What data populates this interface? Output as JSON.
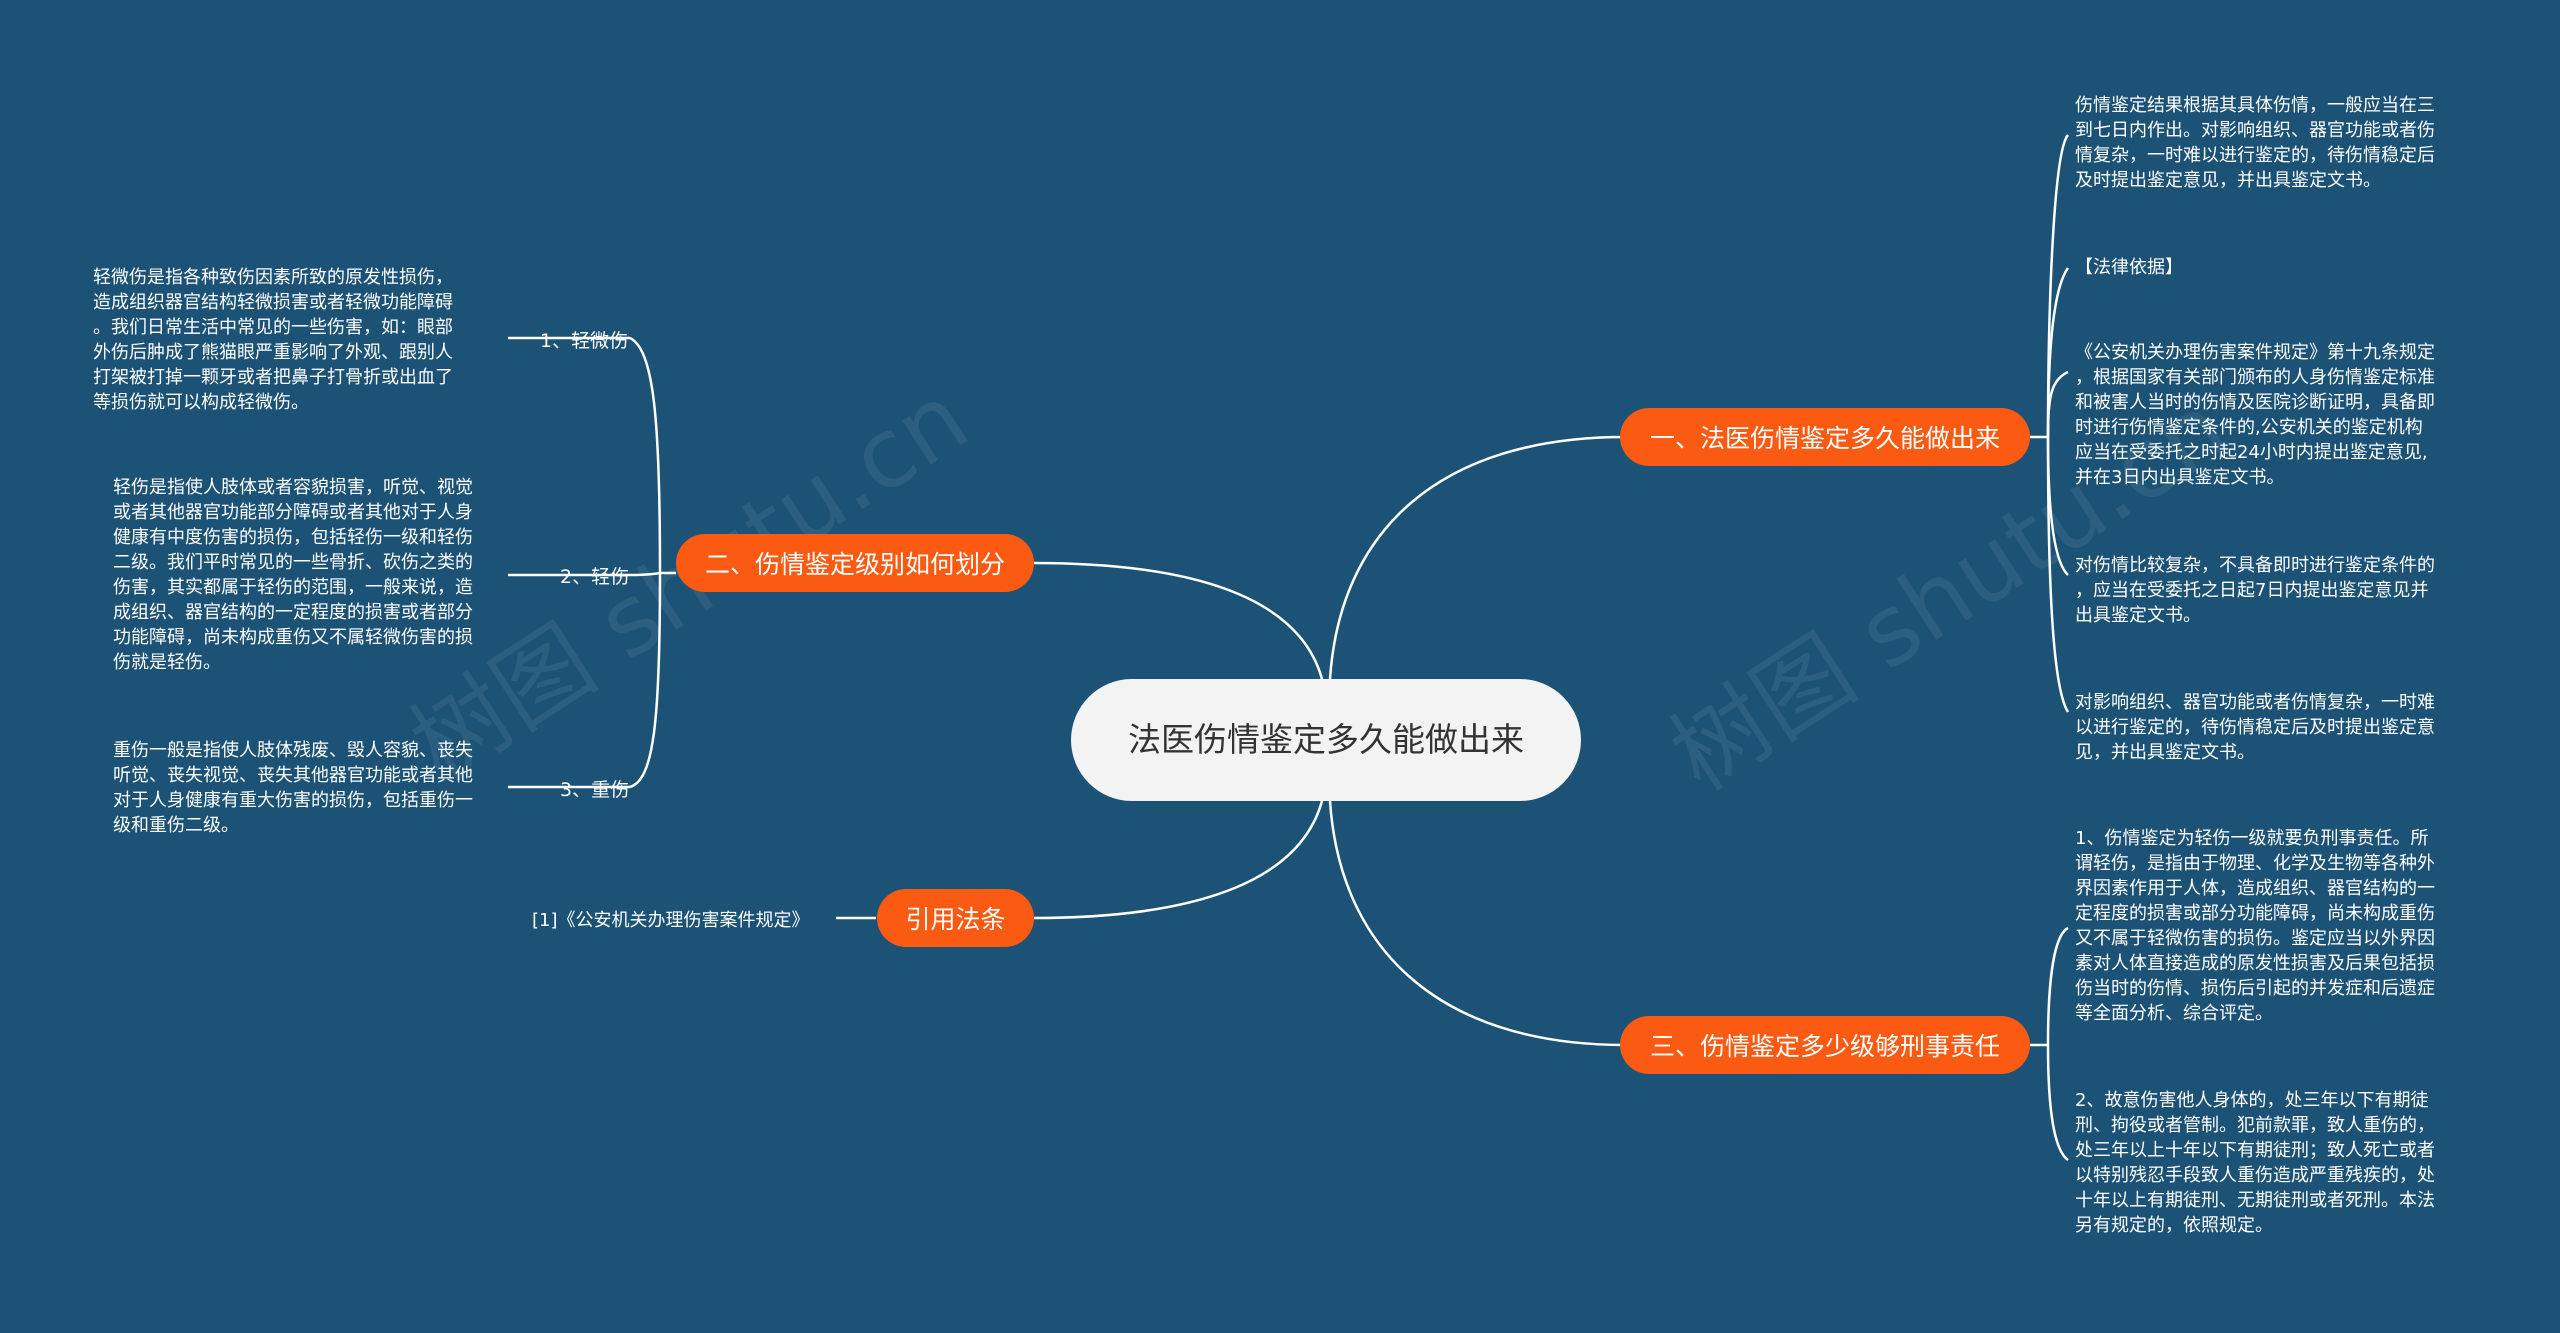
{
  "root": {
    "title": "法医伤情鉴定多久能做出来"
  },
  "branches": {
    "b1": {
      "label": "一、法医伤情鉴定多久能做出来",
      "leaves": [
        "伤情鉴定结果根据其具体伤情，一般应当在三\n到七日内作出。对影响组织、器官功能或者伤\n情复杂，一时难以进行鉴定的，待伤情稳定后\n及时提出鉴定意见，并出具鉴定文书。",
        "【法律依据】",
        "《公安机关办理伤害案件规定》第十九条规定\n，根据国家有关部门颁布的人身伤情鉴定标准\n和被害人当时的伤情及医院诊断证明，具备即\n时进行伤情鉴定条件的,公安机关的鉴定机构\n应当在受委托之时起24小时内提出鉴定意见,\n并在3日内出具鉴定文书。",
        "对伤情比较复杂，不具备即时进行鉴定条件的\n，应当在受委托之日起7日内提出鉴定意见并\n出具鉴定文书。",
        "对影响组织、器官功能或者伤情复杂，一时难\n以进行鉴定的，待伤情稳定后及时提出鉴定意\n见，并出具鉴定文书。"
      ]
    },
    "b2": {
      "label": "二、伤情鉴定级别如何划分",
      "items": [
        {
          "tag": "1、轻微伤",
          "text": "轻微伤是指各种致伤因素所致的原发性损伤，\n造成组织器官结构轻微损害或者轻微功能障碍\n。我们日常生活中常见的一些伤害，如：眼部\n外伤后肿成了熊猫眼严重影响了外观、跟别人\n打架被打掉一颗牙或者把鼻子打骨折或出血了\n等损伤就可以构成轻微伤。"
        },
        {
          "tag": "2、轻伤",
          "text": "轻伤是指使人肢体或者容貌损害，听觉、视觉\n或者其他器官功能部分障碍或者其他对于人身\n健康有中度伤害的损伤，包括轻伤一级和轻伤\n二级。我们平时常见的一些骨折、砍伤之类的\n伤害，其实都属于轻伤的范围，一般来说，造\n成组织、器官结构的一定程度的损害或者部分\n功能障碍，尚未构成重伤又不属轻微伤害的损\n伤就是轻伤。"
        },
        {
          "tag": "3、重伤",
          "text": "重伤一般是指使人肢体残废、毁人容貌、丧失\n听觉、丧失视觉、丧失其他器官功能或者其他\n对于人身健康有重大伤害的损伤，包括重伤一\n级和重伤二级。"
        }
      ]
    },
    "b3": {
      "label": "三、伤情鉴定多少级够刑事责任",
      "leaves": [
        "1、伤情鉴定为轻伤一级就要负刑事责任。所\n谓轻伤，是指由于物理、化学及生物等各种外\n界因素作用于人体，造成组织、器官结构的一\n定程度的损害或部分功能障碍，尚未构成重伤\n又不属于轻微伤害的损伤。鉴定应当以外界因\n素对人体直接造成的原发性损害及后果包括损\n伤当时的伤情、损伤后引起的并发症和后遗症\n等全面分析、综合评定。",
        "2、故意伤害他人身体的，处三年以下有期徒\n刑、拘役或者管制。犯前款罪，致人重伤的，\n处三年以上十年以下有期徒刑；致人死亡或者\n以特别残忍手段致人重伤造成严重残疾的，处\n十年以上有期徒刑、无期徒刑或者死刑。本法\n另有规定的，依照规定。"
      ]
    },
    "b4": {
      "label": "引用法条",
      "leaf": "[1]《公安机关办理伤害案件规定》"
    }
  },
  "watermark": [
    "树图 shutu.cn",
    "树图 shutu.cn"
  ],
  "colors": {
    "background": "#1b5276",
    "branch": "#fb5a13",
    "root": "#f3f3f3",
    "line": "#ffffff"
  }
}
